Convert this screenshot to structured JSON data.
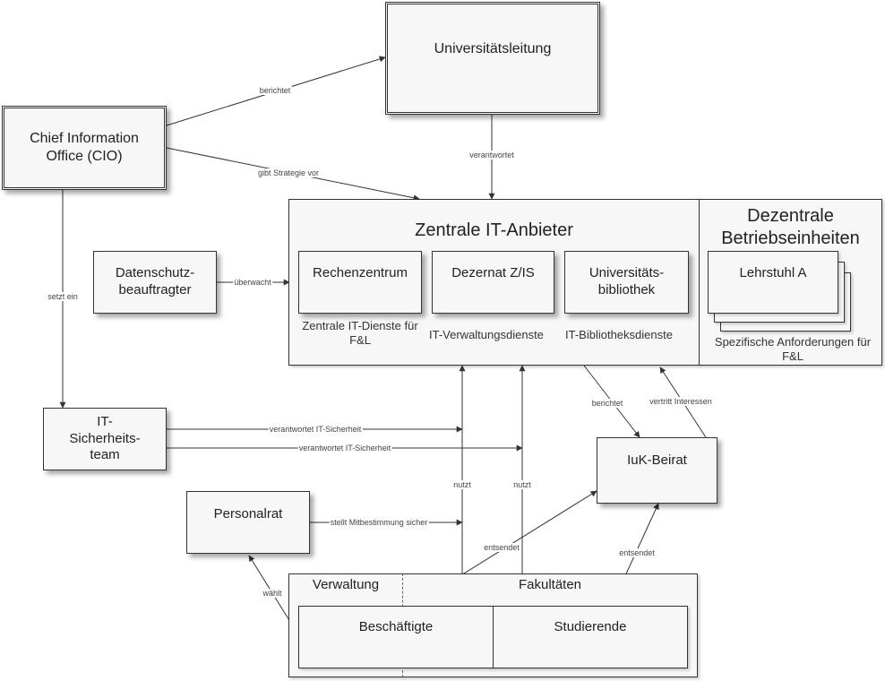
{
  "nodes": {
    "universitaetsleitung": "Universitätsleitung",
    "cio": "Chief Information Office (CIO)",
    "zentrale_title": "Zentrale IT-Anbieter",
    "dezentrale_title": "Dezentrale Betriebseinheiten",
    "rechenzentrum": "Rechenzentrum",
    "dezernat": "Dezernat Z/IS",
    "bibliothek": "Universitäts-bibliothek",
    "lehrstuhl": "Lehrstuhl A",
    "datenschutz": "Datenschutz-beauftragter",
    "it_sicherheit": "IT-Sicherheits-team",
    "personalrat": "Personalrat",
    "iuk_beirat": "IuK-Beirat",
    "verwaltung": "Verwaltung",
    "fakultaeten": "Fakultäten",
    "beschaeftigte": "Beschäftigte",
    "studierende": "Studierende"
  },
  "services": {
    "rz": "Zentrale IT-Dienste für F&L",
    "verwaltung": "IT-Verwaltungsdienste",
    "bibliothek": "IT-Bibliotheksdienste",
    "dezentral": "Spezifische Anforderungen für F&L"
  },
  "edges": {
    "berichtet_top": "berichtet",
    "gibt_strategie": "gibt Strategie vor",
    "verantwortet": "verantwortet",
    "ueberwacht": "überwacht",
    "setzt_ein": "setzt ein",
    "verantwortet_sicherheit_1": "verantwortet IT-Sicherheit",
    "verantwortet_sicherheit_2": "verantwortet IT-Sicherheit",
    "berichtet_iuk": "berichtet",
    "vertritt": "vertritt Interessen",
    "nutzt_1": "nutzt",
    "nutzt_2": "nutzt",
    "stellt_mitbestimmung": "stellt Mitbestimmung sicher",
    "entsendet_1": "entsendet",
    "entsendet_2": "entsendet",
    "waehlt": "wählt"
  }
}
